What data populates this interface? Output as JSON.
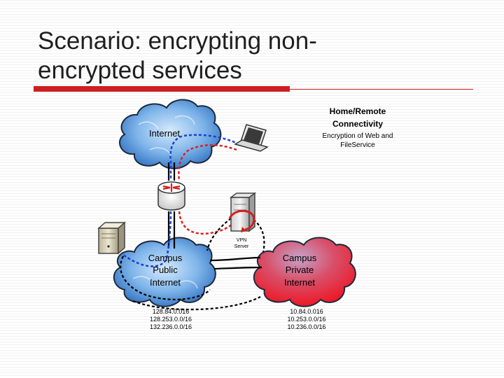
{
  "slide": {
    "title_line1": "Scenario: encrypting non-",
    "title_line2": "encrypted services"
  },
  "callout": {
    "heading_line1": "Home/Remote",
    "heading_line2": "Connectivity",
    "body_line1": "Encryption of Web and",
    "body_line2": "FileService"
  },
  "clouds": {
    "internet": {
      "label": "Internet"
    },
    "campus_public": {
      "label_line1": "Campus",
      "label_line2": "Public",
      "label_line3": "Internet"
    },
    "campus_private": {
      "label_line1": "Campus",
      "label_line2": "Private",
      "label_line3": "Internet"
    }
  },
  "vpn_server": {
    "label_line1": "VPN",
    "label_line2": "Server"
  },
  "subnets": {
    "public": [
      "128.84.0.016",
      "128.253.0.0/16",
      "132.236.0.0/16"
    ],
    "private": [
      "10.84.0.016",
      "10.253.0.0/16",
      "10.236.0.0/16"
    ]
  },
  "colors": {
    "accent_red": "#cc1f1f",
    "cloud_blue": "#4f92d6",
    "cloud_red": "#e8101e",
    "link_blue": "#1f3fd1",
    "link_red": "#e02020"
  },
  "icons": [
    "laptop-icon",
    "router-icon",
    "vpn-server-icon",
    "file-server-icon"
  ]
}
